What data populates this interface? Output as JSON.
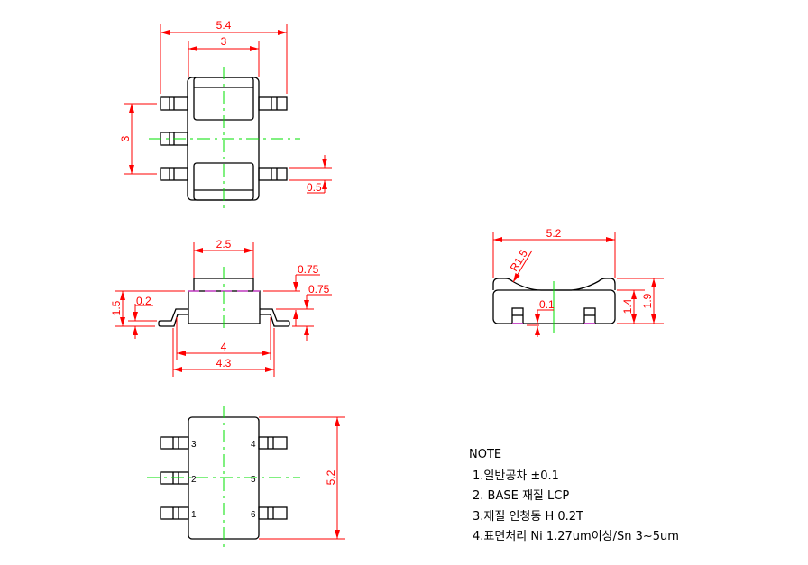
{
  "drawing": {
    "colors": {
      "outline": "#000000",
      "dimension": "#ff0000",
      "centerline": "#00e000",
      "hidden": "#e040e0"
    },
    "top_view": {
      "dims": {
        "overall_width": "5.4",
        "body_width": "3",
        "pin_pitch": "3",
        "lead_width": "0.5"
      }
    },
    "front_view": {
      "dims": {
        "top_width": "2.5",
        "top_step": "0.75",
        "lead_height": "0.75",
        "height": "1.5",
        "standoff": "0.2",
        "lead_span_inner": "4",
        "lead_span_outer": "4.3"
      }
    },
    "side_view": {
      "dims": {
        "width": "5.2",
        "radius": "R1.5",
        "gap": "0.1",
        "body_height": "1.4",
        "total_height": "1.9"
      }
    },
    "bottom_view": {
      "dims": {
        "length": "5.2"
      },
      "pins": [
        "1",
        "2",
        "3",
        "4",
        "5",
        "6"
      ]
    }
  },
  "notes": {
    "title": "NOTE",
    "items": [
      "1.일반공차 ±0.1",
      "2. BASE 재질 LCP",
      "3.재질 인청동 H 0.2T",
      "4.표면처리 Ni 1.27um이상/Sn 3~5um"
    ]
  }
}
